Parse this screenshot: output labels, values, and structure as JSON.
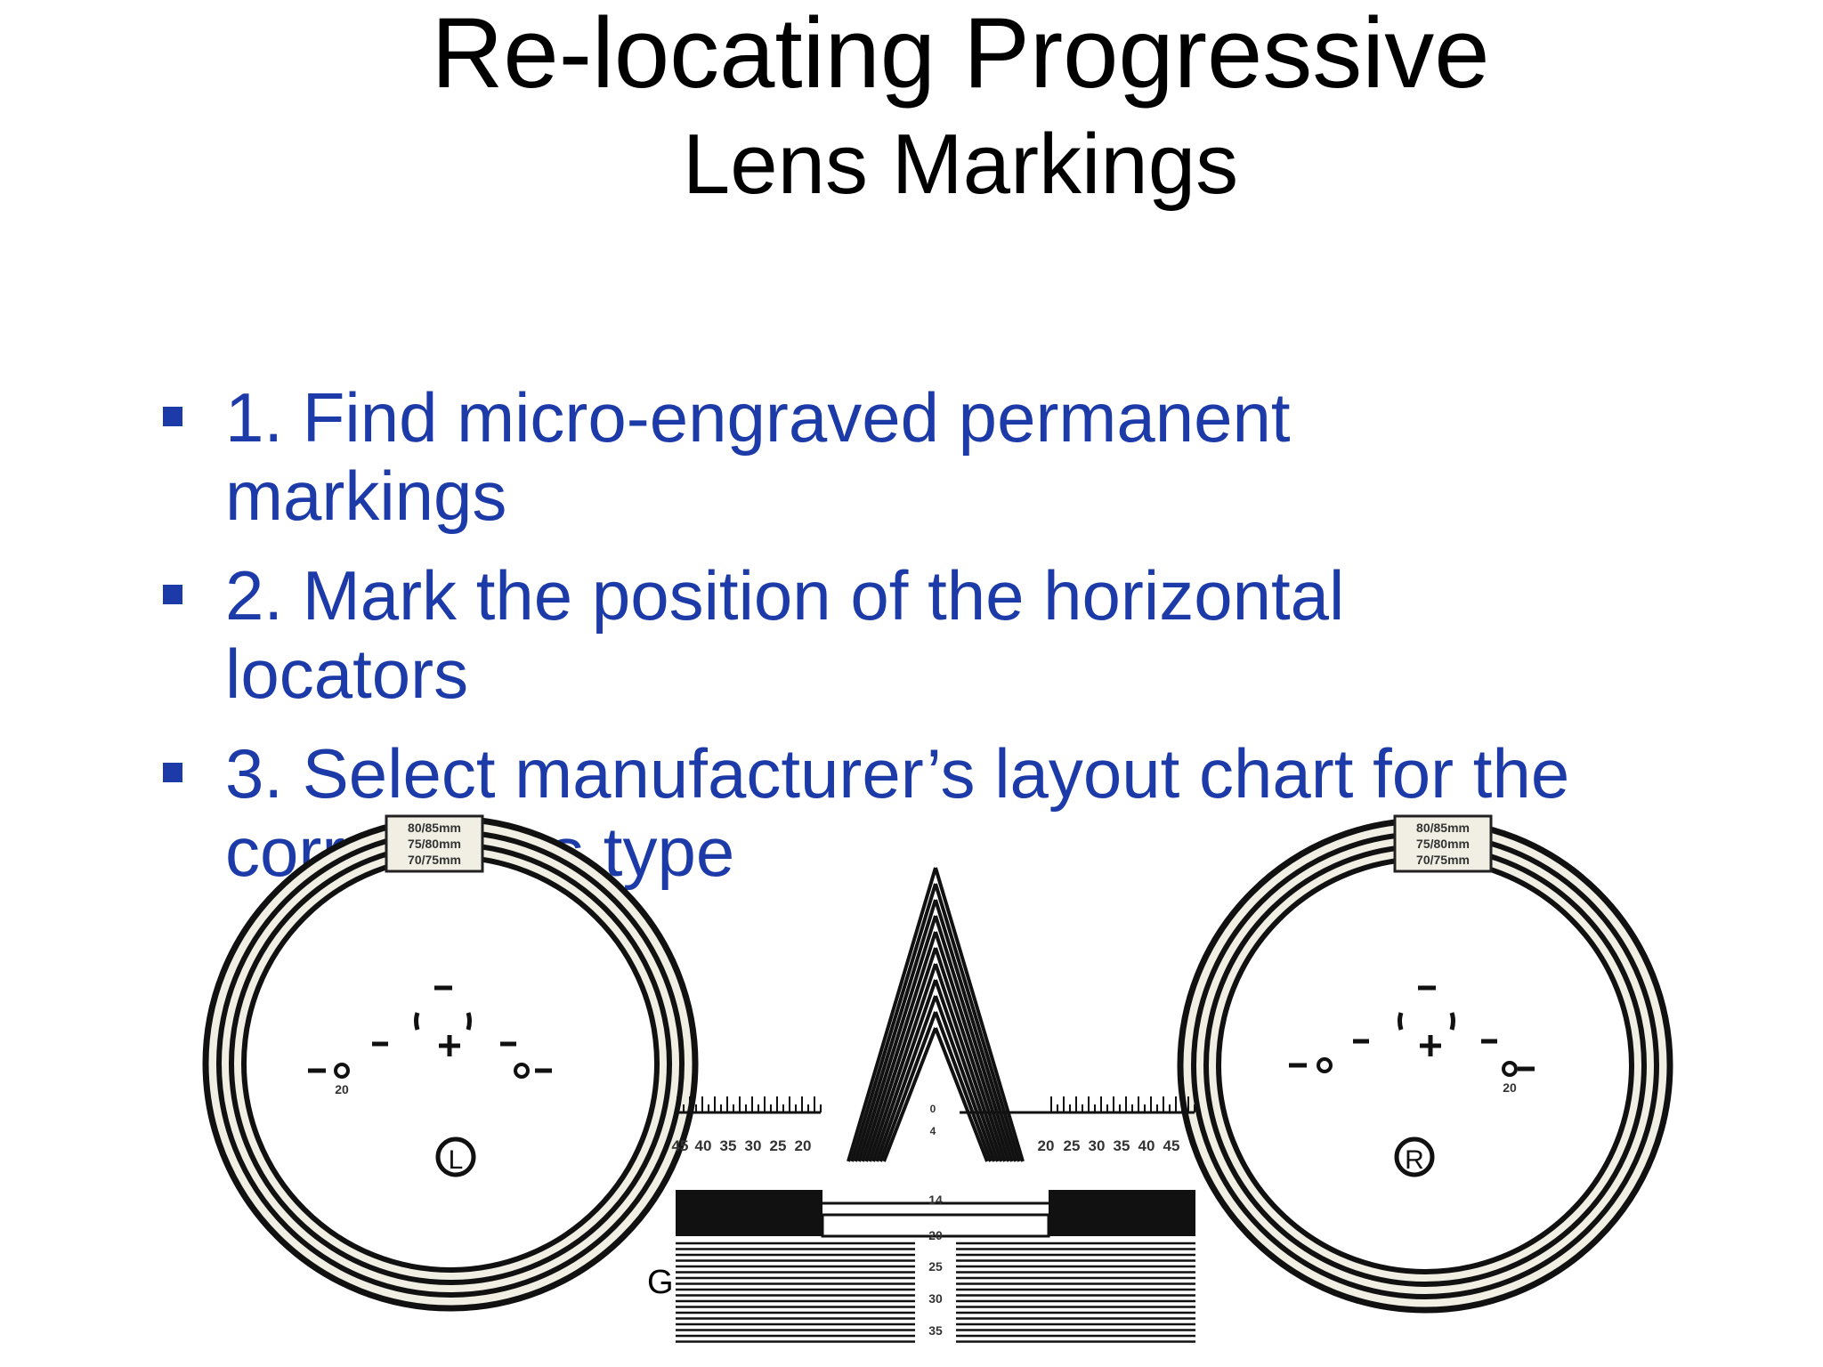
{
  "slide": {
    "title_line1": "Re-locating Progressive",
    "title_line2": "Lens Markings",
    "bullets": [
      "1.  Find micro-engraved permanent markings",
      "2.  Mark the position of the horizontal locators",
      "3.  Select manufacturer’s layout chart for the correct lens type"
    ],
    "footer_fragment": "G"
  },
  "layout_chart": {
    "size_labels": [
      "80/85mm",
      "75/80mm",
      "70/75mm"
    ],
    "left_lens_label": "L",
    "right_lens_label": "R",
    "locator_label": "20",
    "pd_scale_left": [
      "45",
      "40",
      "35",
      "30",
      "25",
      "20"
    ],
    "pd_scale_right": [
      "20",
      "25",
      "30",
      "35",
      "40",
      "45"
    ],
    "center_marks": [
      "0",
      "4"
    ],
    "height_scale": [
      "14",
      "20",
      "25",
      "30",
      "35"
    ]
  }
}
